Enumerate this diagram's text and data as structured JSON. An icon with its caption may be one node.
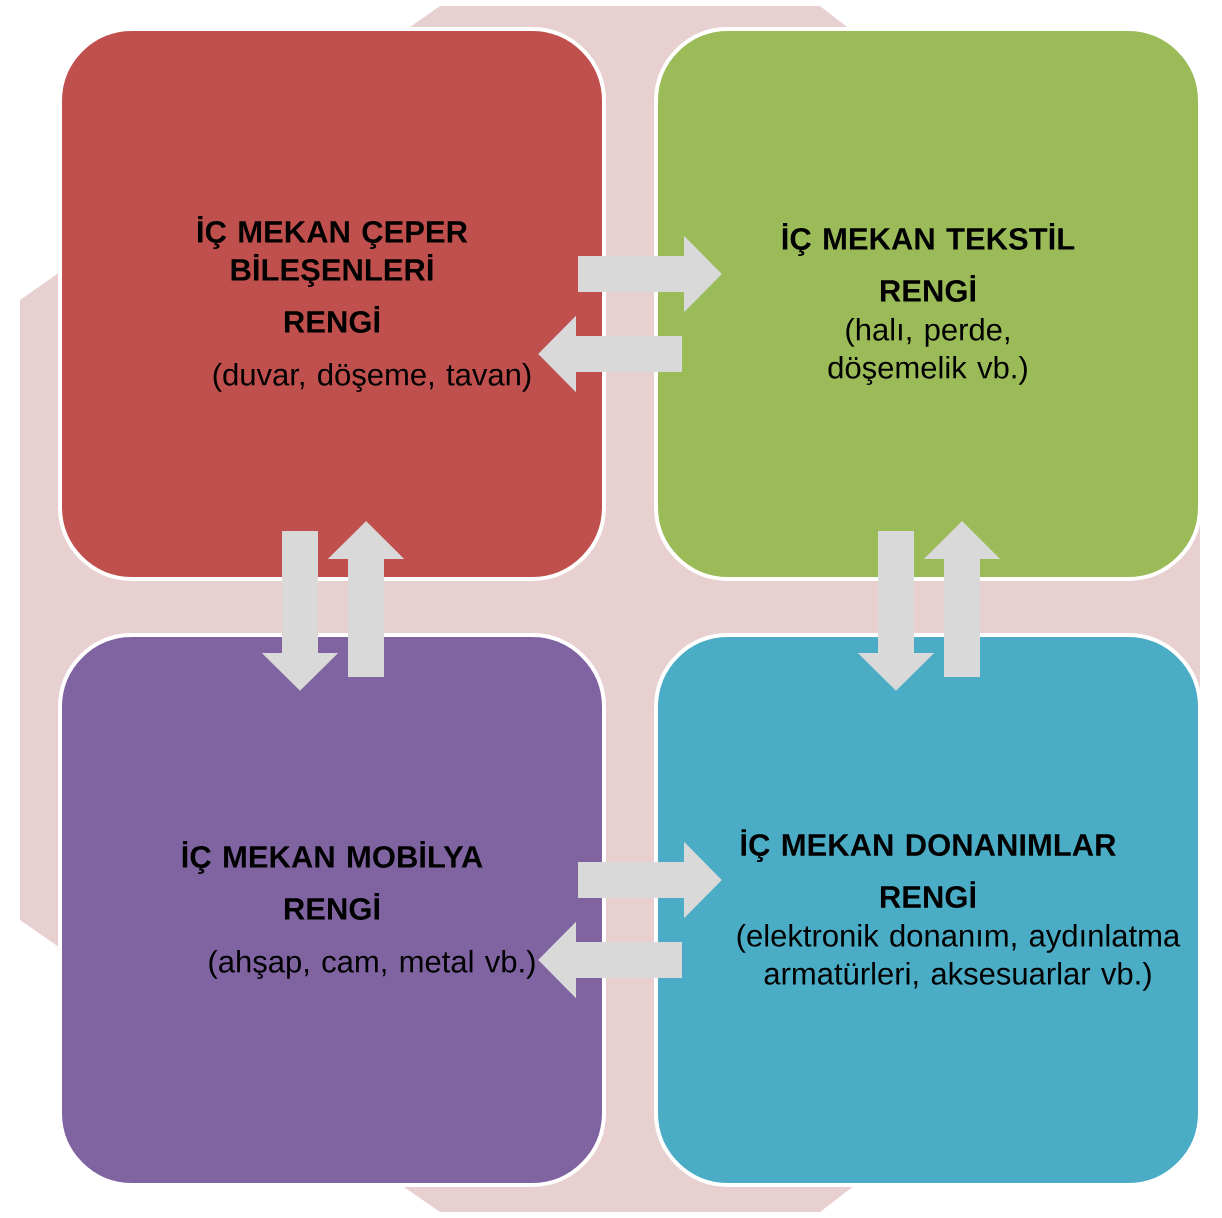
{
  "diagram": {
    "nodes": [
      {
        "text": [
          "İÇ MEKAN ÇEPER BİLEŞENLERİ",
          "RENGİ",
          "(duvar, döşeme, tavan)"
        ]
      },
      {
        "text": [
          "İÇ MEKAN TEKSTİL",
          "RENGİ",
          "(halı, perde, döşemelik vb.)"
        ]
      },
      {
        "text": [
          "İÇ MEKAN MOBİLYA",
          "RENGİ",
          "(ahşap, cam, metal vb.)"
        ]
      },
      {
        "text": [
          "İÇ MEKAN DONANIMLAR",
          "RENGİ",
          "(elektronik donanım, aydınlatma armatürleri, aksesuarlar vb.)"
        ]
      }
    ],
    "edges": [
      {
        "from": 0,
        "to": 1,
        "arrow": "to"
      },
      {
        "from": 1,
        "to": 0,
        "arrow": "to"
      },
      {
        "from": 0,
        "to": 2,
        "arrow": "to"
      },
      {
        "from": 2,
        "to": 0,
        "arrow": "to"
      },
      {
        "from": 1,
        "to": 3,
        "arrow": "to"
      },
      {
        "from": 3,
        "to": 1,
        "arrow": "to"
      },
      {
        "from": 2,
        "to": 3,
        "arrow": "to"
      },
      {
        "from": 3,
        "to": 2,
        "arrow": "to"
      }
    ]
  }
}
